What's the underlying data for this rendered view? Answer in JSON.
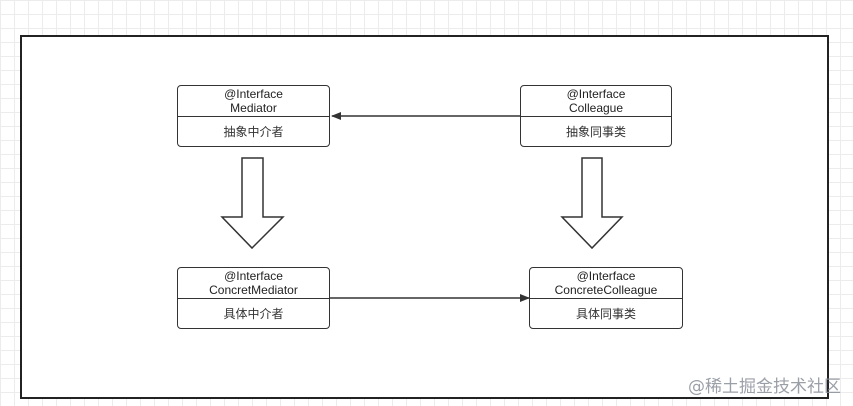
{
  "boxes": {
    "mediator": {
      "stereotype": "@Interface",
      "name": "Mediator",
      "description": "抽象中介者"
    },
    "colleague": {
      "stereotype": "@Interface",
      "name": "Colleague",
      "description": "抽象同事类"
    },
    "concrete_mediator": {
      "stereotype": "@Interface",
      "name": "ConcretMediator",
      "description": "具体中介者"
    },
    "concrete_colleague": {
      "stereotype": "@Interface",
      "name": "ConcreteColleague",
      "description": "具体同事类"
    }
  },
  "watermark": "@稀土掘金技术社区"
}
